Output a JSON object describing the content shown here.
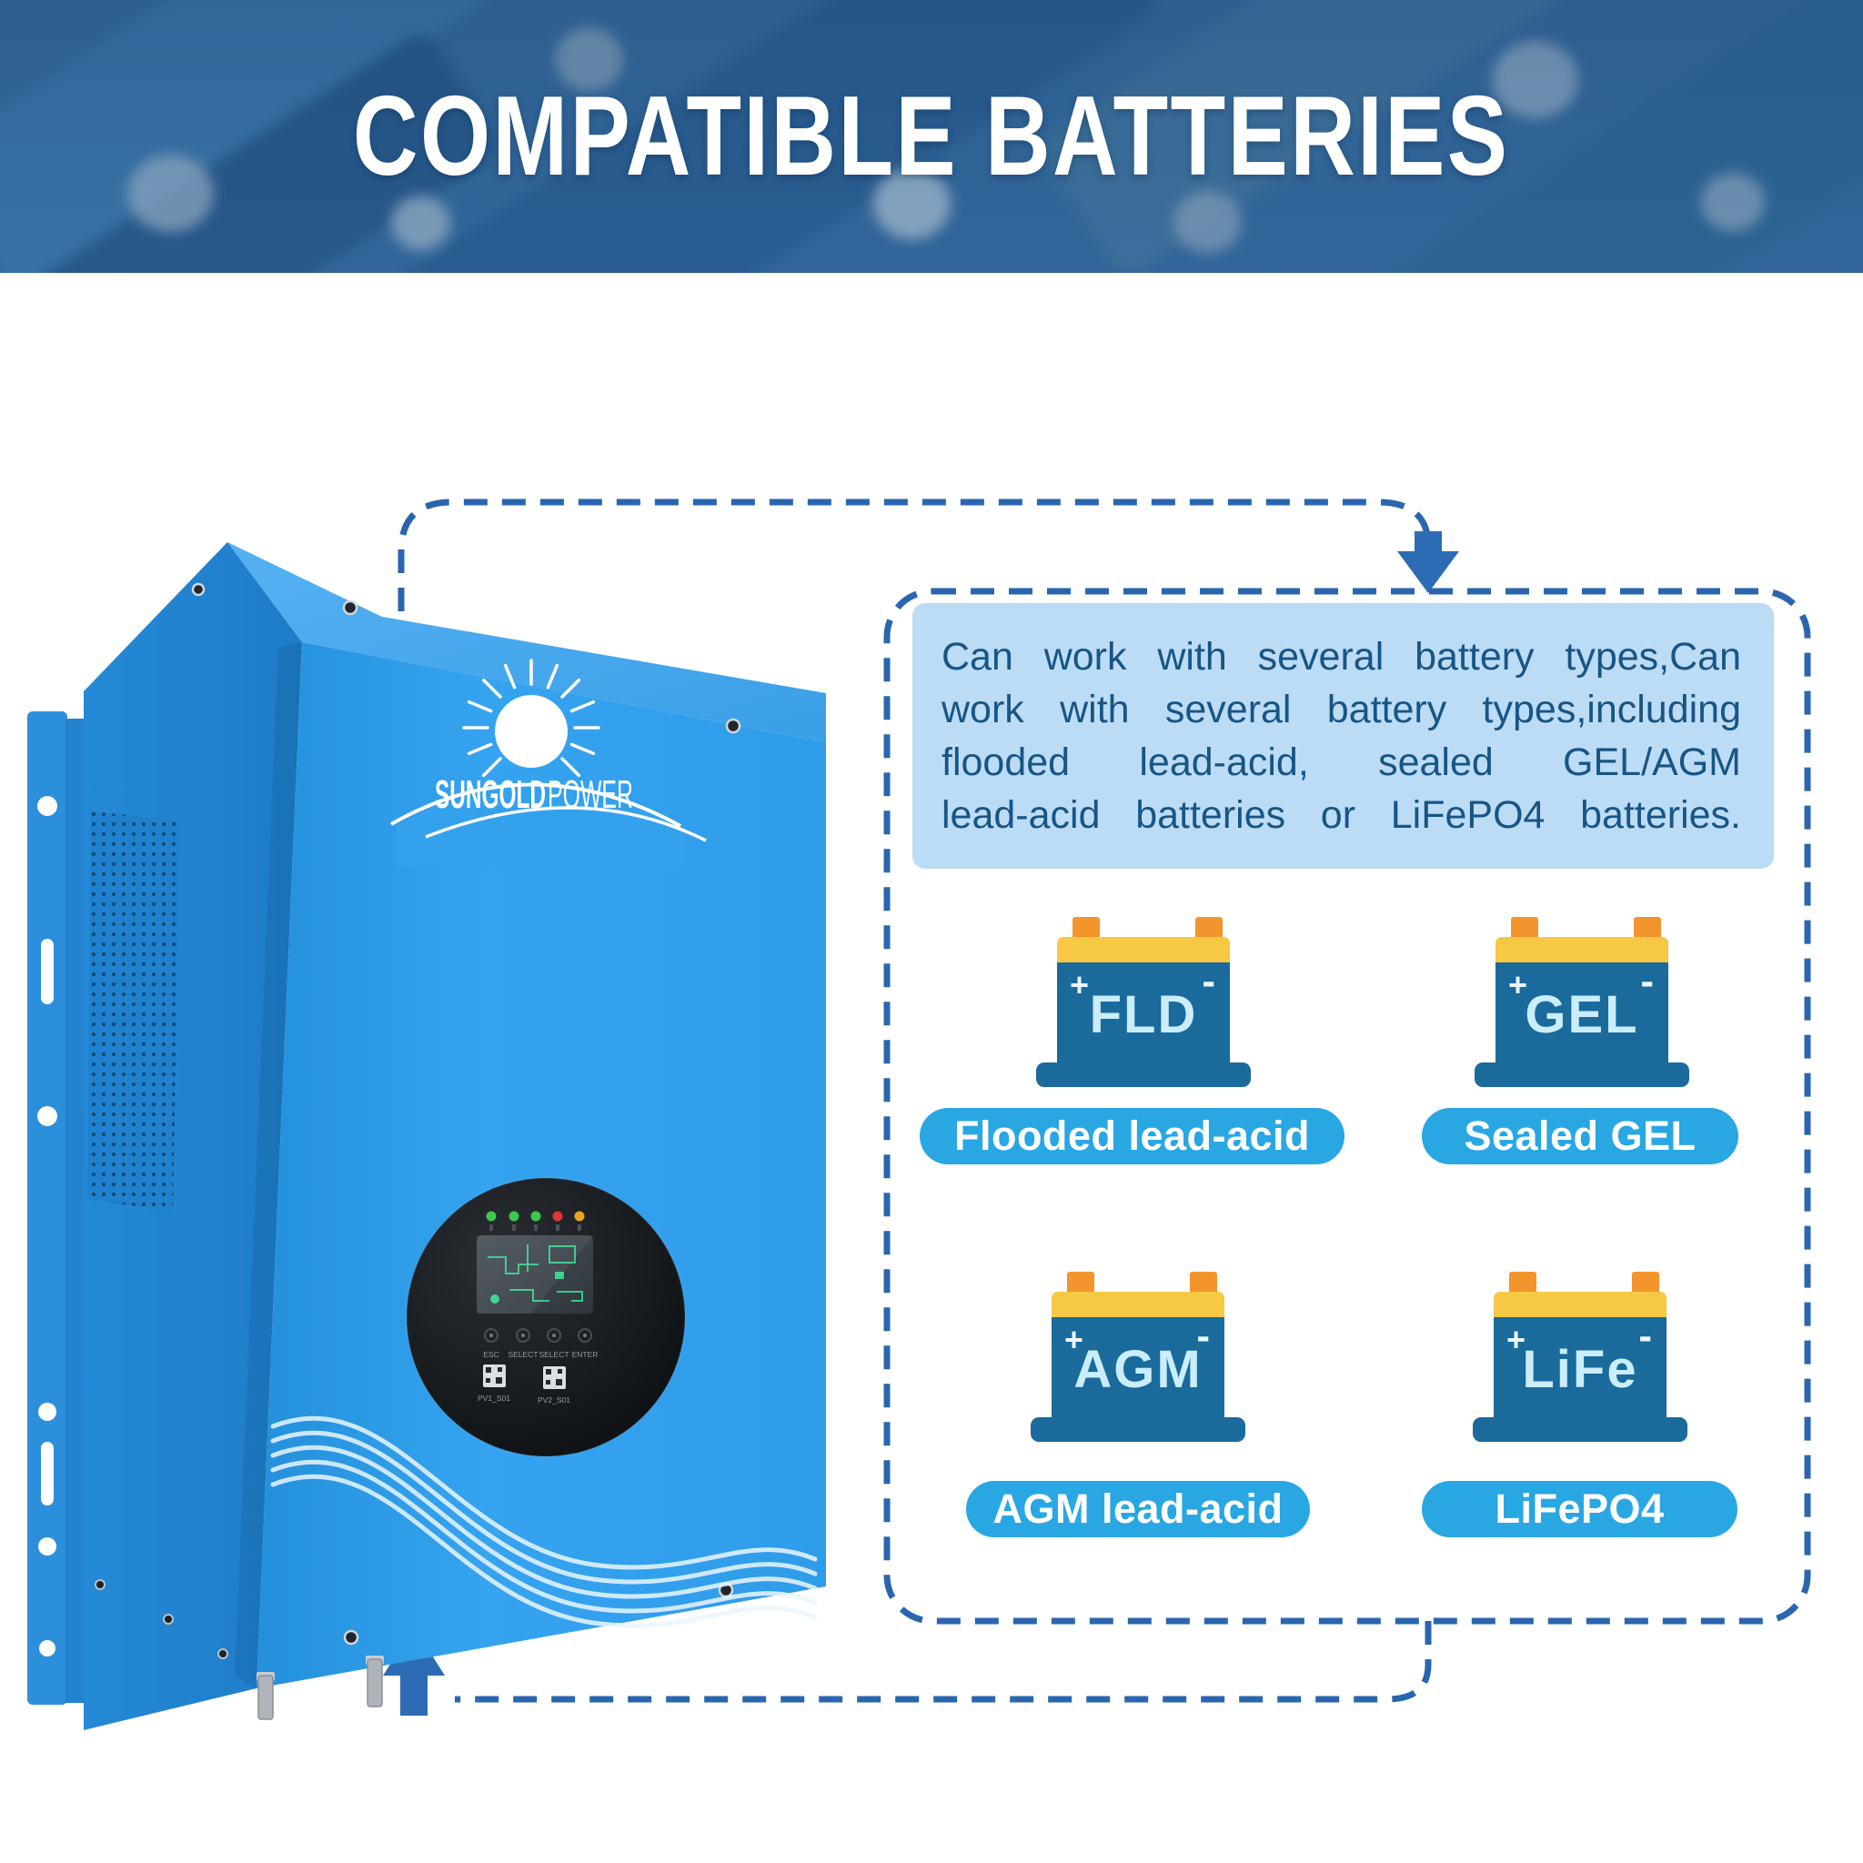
{
  "header": {
    "title": "COMPATIBLE BATTERIES"
  },
  "inverter": {
    "brand_part1": "SUNGOLD",
    "brand_part2": "POWER",
    "display": {
      "button_labels": [
        "ESC",
        "SELECT",
        "SELECT",
        "ENTER"
      ],
      "port_labels": [
        "PV1_S01",
        "PV2_S01"
      ]
    }
  },
  "info_box": {
    "description_lines": [
      "Can work with several battery types,Can",
      "work with several battery types,including",
      "flooded lead-acid, sealed GEL/AGM",
      "lead-acid batteries or LiFePO4 batteries."
    ]
  },
  "batteries": [
    {
      "code": "FLD",
      "label": "Flooded lead-acid"
    },
    {
      "code": "GEL",
      "label": "Sealed GEL"
    },
    {
      "code": "AGM",
      "label": "AGM lead-acid"
    },
    {
      "code": "LiFe",
      "label": "LiFePO4"
    }
  ],
  "battery_icon": {
    "plus": "+",
    "minus": "-"
  },
  "colors": {
    "accent_blue": "#29A7E3",
    "panel_bg": "#BCDCF6",
    "panel_text": "#175585",
    "dashed_line": "#2A66AF",
    "battery_body": "#1A6A9C",
    "battery_cap": "#F7C844",
    "battery_terminal": "#F2952C",
    "inverter_blue": "#2F9CE9"
  }
}
